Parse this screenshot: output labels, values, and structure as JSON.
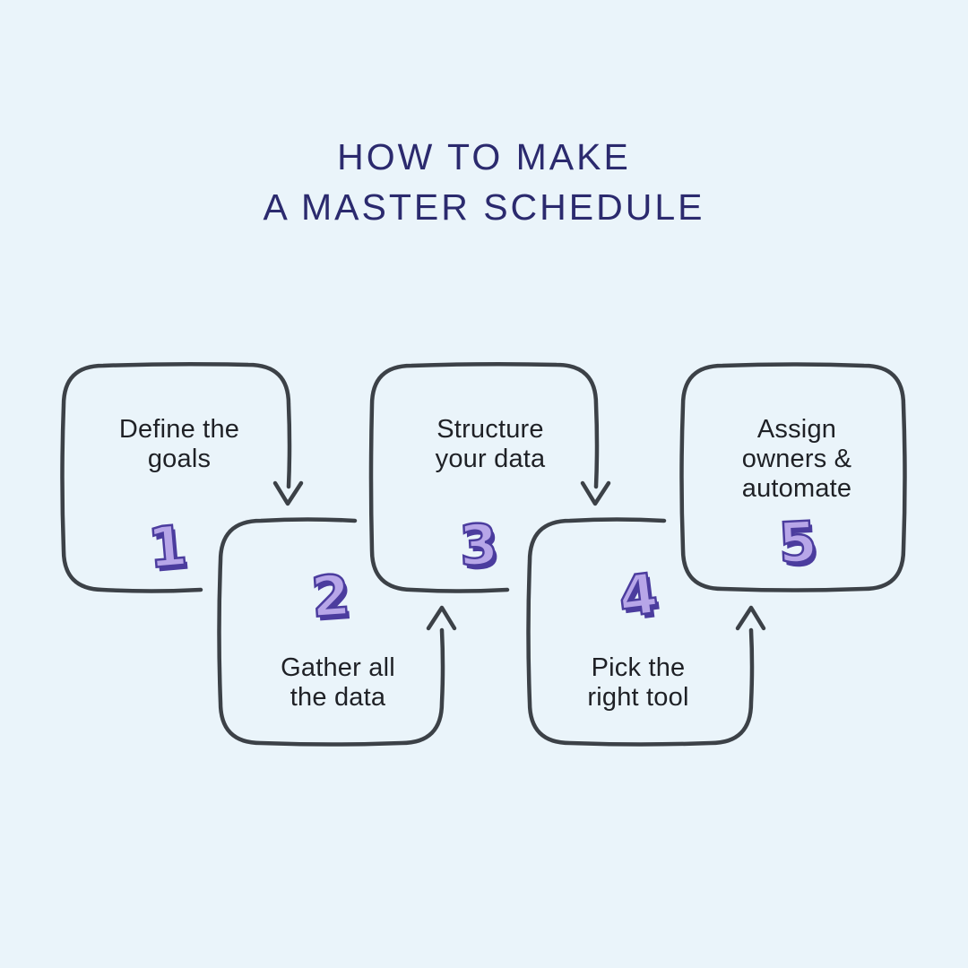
{
  "title": {
    "line1": "HOW TO MAKE",
    "line2": "A MASTER SCHEDULE"
  },
  "steps": [
    {
      "number": "1",
      "lines": [
        "Define the",
        "goals"
      ]
    },
    {
      "number": "2",
      "lines": [
        "Gather all",
        "the data"
      ]
    },
    {
      "number": "3",
      "lines": [
        "Structure",
        "your data"
      ]
    },
    {
      "number": "4",
      "lines": [
        "Pick the",
        "right tool"
      ]
    },
    {
      "number": "5",
      "lines": [
        "Assign",
        "owners &",
        "automate"
      ]
    }
  ],
  "arrows": [
    {
      "from": "1",
      "to": "2",
      "direction": "down"
    },
    {
      "from": "2",
      "to": "3",
      "direction": "up"
    },
    {
      "from": "3",
      "to": "4",
      "direction": "down"
    },
    {
      "from": "4",
      "to": "5",
      "direction": "up"
    }
  ],
  "colors": {
    "background": "#eaf4fa",
    "title": "#2b2a6e",
    "box_stroke": "#3c4147",
    "label_text": "#1f2126",
    "number_fill": "#b7a6e8",
    "number_outline": "#4b3c9e"
  }
}
